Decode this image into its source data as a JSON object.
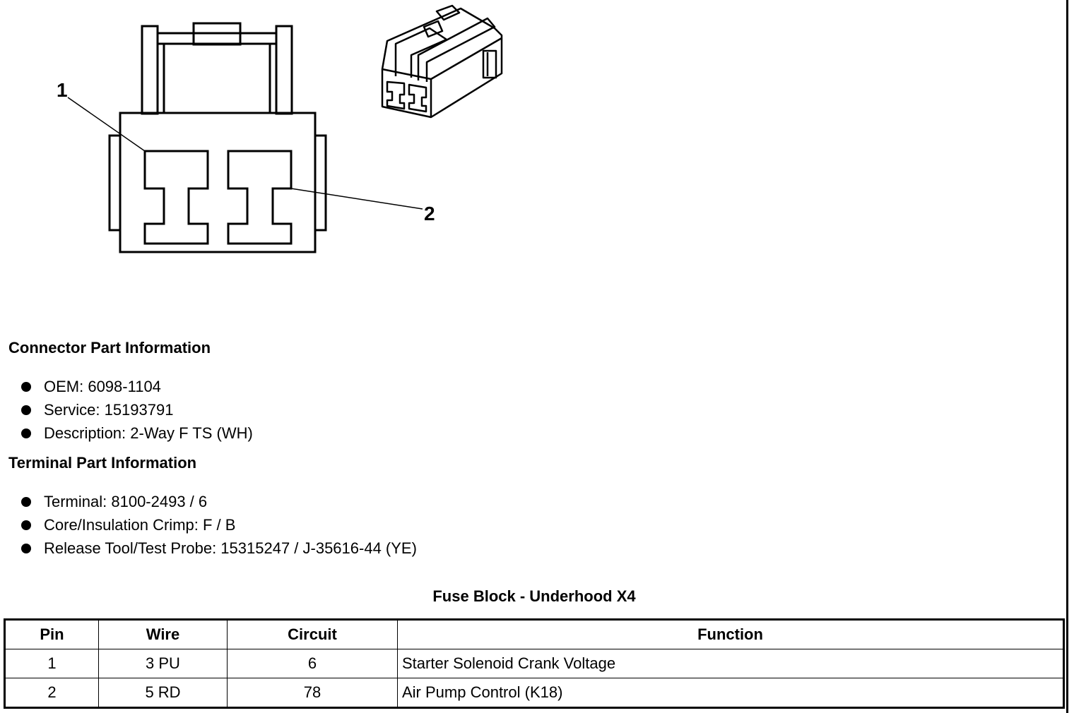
{
  "diagram": {
    "callouts": [
      "1",
      "2"
    ]
  },
  "connector_info": {
    "heading": "Connector Part Information",
    "items": [
      "OEM: 6098-1104",
      "Service: 15193791",
      "Description: 2-Way F TS (WH)"
    ]
  },
  "terminal_info": {
    "heading": "Terminal Part Information",
    "items": [
      "Terminal: 8100-2493 / 6",
      "Core/Insulation Crimp: F / B",
      "Release Tool/Test Probe: 15315247 / J-35616-44 (YE)"
    ]
  },
  "table": {
    "title": "Fuse Block - Underhood X4",
    "headers": [
      "Pin",
      "Wire",
      "Circuit",
      "Function"
    ],
    "rows": [
      [
        "1",
        "3 PU",
        "6",
        "Starter Solenoid Crank Voltage"
      ],
      [
        "2",
        "5 RD",
        "78",
        "Air Pump Control (K18)"
      ]
    ]
  }
}
